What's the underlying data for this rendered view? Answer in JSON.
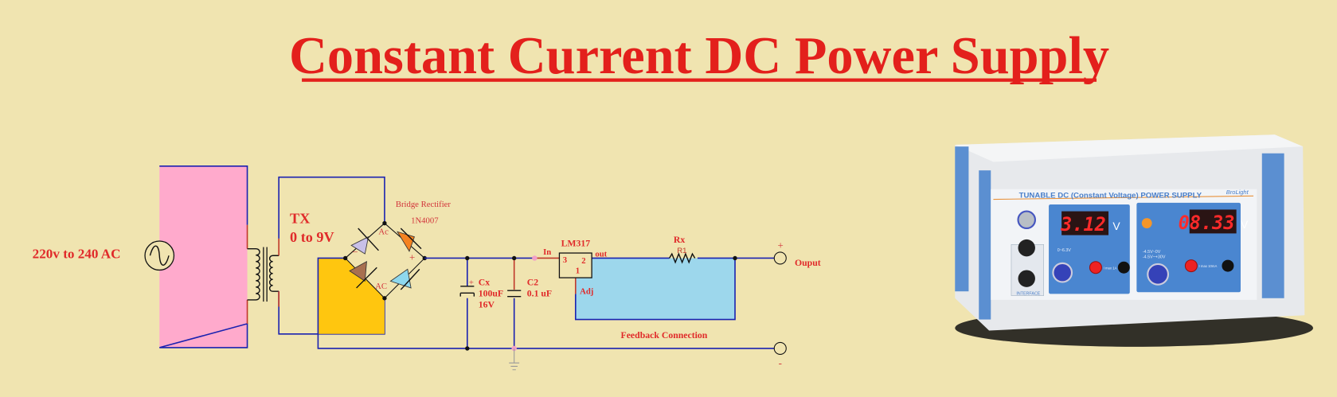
{
  "title": "Constant Current DC Power Supply",
  "colors": {
    "background": "#f0e4b0",
    "title": "#e3201c",
    "wire": "#1a22b0",
    "primary_box": "#ffaacc",
    "rectifier_box": "#ffc60f",
    "feedback_box": "#9dd7ec"
  },
  "source": {
    "label": "220v to 240 AC",
    "icon": "ac-source-icon"
  },
  "transformer": {
    "name": "TX",
    "rating": "0 to 9V"
  },
  "rectifier": {
    "title": "Bridge Rectifier",
    "part": "1N4007",
    "ac_top": "Ac",
    "ac_bottom": "AC",
    "minus": "−",
    "plus": "+"
  },
  "cap_x": {
    "name": "Cx",
    "value": "100uF",
    "voltage": "16V",
    "polarity": "+"
  },
  "cap_2": {
    "name": "C2",
    "value": "0.1 uF"
  },
  "regulator": {
    "name": "LM317",
    "in": "In",
    "out": "out",
    "adj": "Adj",
    "pin_in": "3",
    "pin_out": "2",
    "pin_adj": "1"
  },
  "resistor": {
    "name": "Rx",
    "ref": "R1"
  },
  "output": {
    "label": "Ouput",
    "plus": "+",
    "minus": "-"
  },
  "feedback": {
    "label": "Feedback Connection"
  },
  "device": {
    "panel_title": "TUNABLE DC (Constant Voltage) POWER SUPPLY",
    "brand": "BroLight",
    "display_left": "3.12",
    "display_right": "08.33",
    "unit": "V",
    "range_left": "0~6.3V",
    "range_right_1": "-4.5V~0V",
    "range_right_2": "-4.5V~+30V",
    "imax_left": "I max 1A",
    "imax_right": "I max 10mA",
    "interface": "INTERFACE"
  }
}
